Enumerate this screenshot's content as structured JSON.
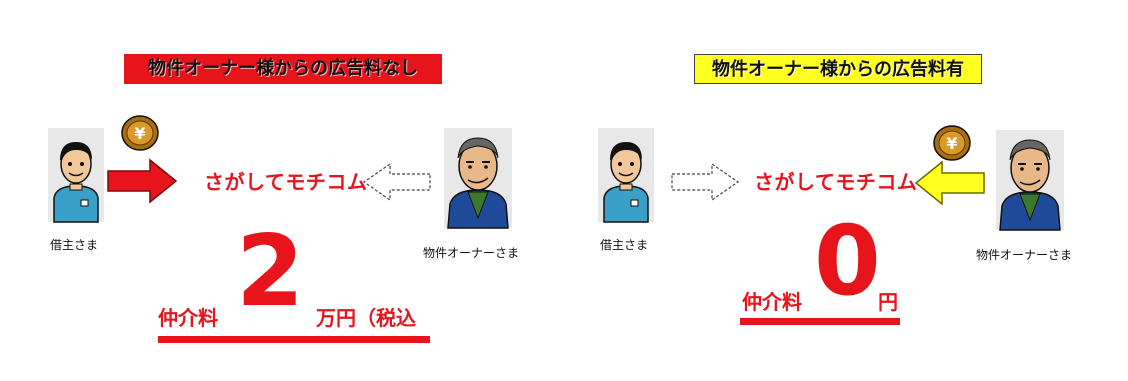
{
  "colors": {
    "accent_red": "#e8141c",
    "yellow": "#ffff20",
    "coin": "#c58a1a",
    "person_shirt": "#3aa0c8",
    "owner_jacket": "#1f4a9a"
  },
  "left_panel": {
    "banner": "物件オーナー様からの広告料なし",
    "brand": "さがしてモチコム",
    "tenant_caption": "借主さま",
    "owner_caption": "物件オーナーさま",
    "fee_label": "仲介料",
    "fee_value": "2",
    "fee_unit": "万円（税込",
    "coin_symbol": "¥",
    "arrows": [
      {
        "from": "tenant",
        "to": "brand",
        "style": "filled-red"
      },
      {
        "from": "owner",
        "to": "brand",
        "style": "dotted-outline"
      }
    ]
  },
  "right_panel": {
    "banner": "物件オーナー様からの広告料有",
    "brand": "さがしてモチコム",
    "tenant_caption": "借主さま",
    "owner_caption": "物件オーナーさま",
    "fee_label": "仲介料",
    "fee_value": "0",
    "fee_unit": "円",
    "coin_symbol": "¥",
    "arrows": [
      {
        "from": "tenant",
        "to": "brand",
        "style": "dotted-outline"
      },
      {
        "from": "owner",
        "to": "brand",
        "style": "filled-yellow"
      }
    ]
  }
}
